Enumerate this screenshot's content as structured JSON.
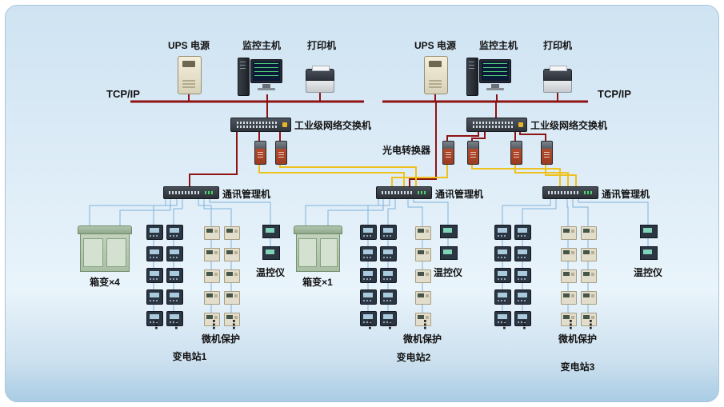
{
  "top": {
    "left": {
      "ups_label": "UPS 电源",
      "host_label": "监控主机",
      "printer_label": "打印机",
      "tcpip_label": "TCP/IP",
      "switch_label": "工业级网络交换机"
    },
    "right": {
      "ups_label": "UPS 电源",
      "host_label": "监控主机",
      "printer_label": "打印机",
      "tcpip_label": "TCP/IP",
      "switch_label": "工业级网络交换机"
    },
    "converter_label": "光电转换器"
  },
  "stations": [
    {
      "comm_label": "通讯管理机",
      "box_label": "箱变×4",
      "protection_label": "微机保护",
      "temp_label": "温控仪",
      "name": "变电站1",
      "meter_rows": 5,
      "prot_rows": 5,
      "temp_units": 2
    },
    {
      "comm_label": "通讯管理机",
      "box_label": "箱变×1",
      "protection_label": "微机保护",
      "temp_label": "温控仪",
      "name": "变电站2",
      "meter_rows": 5,
      "prot_rows": 5,
      "temp_units": 2
    },
    {
      "comm_label": "通讯管理机",
      "protection_label": "微机保护",
      "temp_label": "温控仪",
      "name": "变电站3",
      "meter_rows": 5,
      "prot_rows": 5,
      "temp_units": 2
    }
  ],
  "ellipsis": "⋮",
  "colors": {
    "panel_bg": "#d9eaf6",
    "bus_copper": "#8e1313",
    "fiber": "#eec11d",
    "signal_line": "#7fb2d9"
  }
}
